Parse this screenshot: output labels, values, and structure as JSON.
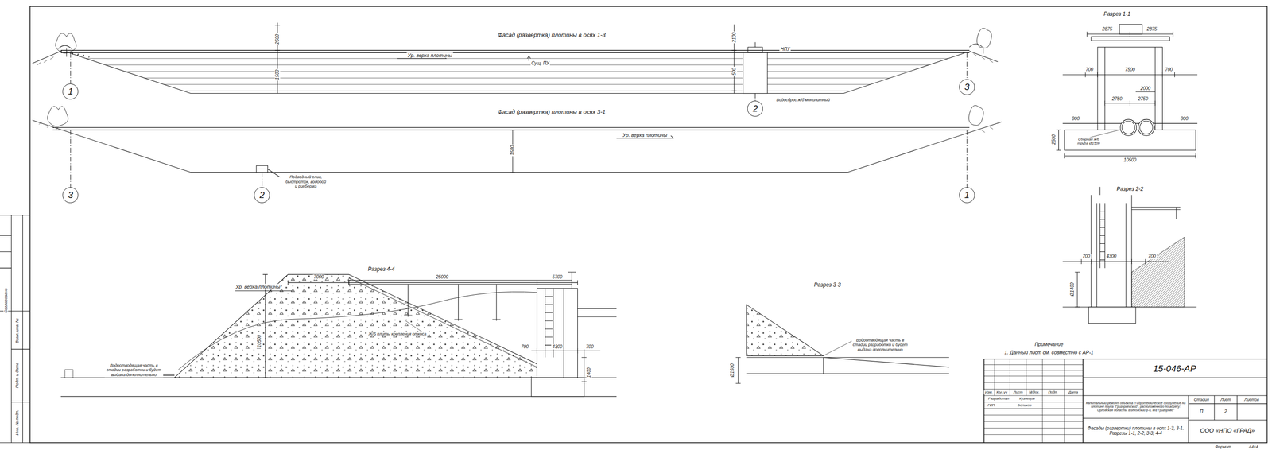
{
  "diagram": {
    "nodes": [
      {
        "text": [
          "1"
        ]
      },
      {
        "text": [
          "2"
        ]
      },
      {
        "text": [
          "3"
        ]
      },
      {
        "text": [
          "3"
        ]
      },
      {
        "text": [
          "2"
        ]
      },
      {
        "text": [
          "1"
        ]
      }
    ],
    "labels": [
      "Фасад (развертка) плотины в осях 1-3",
      "2600",
      "1500",
      "Ур. верха плотины",
      "Сущ. ПУ",
      "НПУ",
      "2100",
      "500",
      "Водосброс ж/б монолитный",
      "Фасад (развертка) плотины в осях 3-1",
      "Ур. верха плотины",
      "1500",
      "Подводный слив, быстроток, водобой и рисберма",
      "Разрез 1-1",
      "2875",
      "2875",
      "700",
      "7500",
      "700",
      "2000",
      "2750",
      "2750",
      "800",
      "800",
      "2500",
      "Сборная ж/б труба Ø1500",
      "10500",
      "Разрез 2-2",
      "700",
      "4300",
      "700",
      "Ø1400",
      "Разрез 4-4",
      "Ур. верха плотины",
      "7000",
      "25000",
      "5700",
      "Ж/Б плиты крепления откоса",
      "700",
      "4300",
      "700",
      "1400",
      "10500",
      "Водоотводящая часть в стадии разработки и будет выдана дополнительно",
      "Разрез 3-3",
      "Водоотводящая часть в стадии разработки и будет выдана дополнительно",
      "Ø1500",
      "Примечание",
      "1. Данный лист см. совместно с АР-1",
      "Изм.",
      "Кол.уч",
      "Лист",
      "№док.",
      "Подп.",
      "Дата",
      "Разработал",
      "Кузнецов",
      "ГИП",
      "Беликов",
      "15-046-АР",
      "Капитальный ремонт объекта \"Гидротехническое сооружение на плотине пруда \"Григорьевский\", расположенного по адресу: Орловская область, Болховский р-н, м/г Григорово\"",
      "Стадия",
      "Лист",
      "Листов",
      "П",
      "2",
      "Фасады (развертки) плотины в осях 1-3, 3-1. Разрезы 1-1, 2-2, 3-3, 4-4",
      "ООО «НПО «ГРАД»",
      "Формат",
      "А4х4",
      "Согласовано",
      "Взам. инв. №",
      "Подп. и дата",
      "Инв. № подл."
    ]
  }
}
